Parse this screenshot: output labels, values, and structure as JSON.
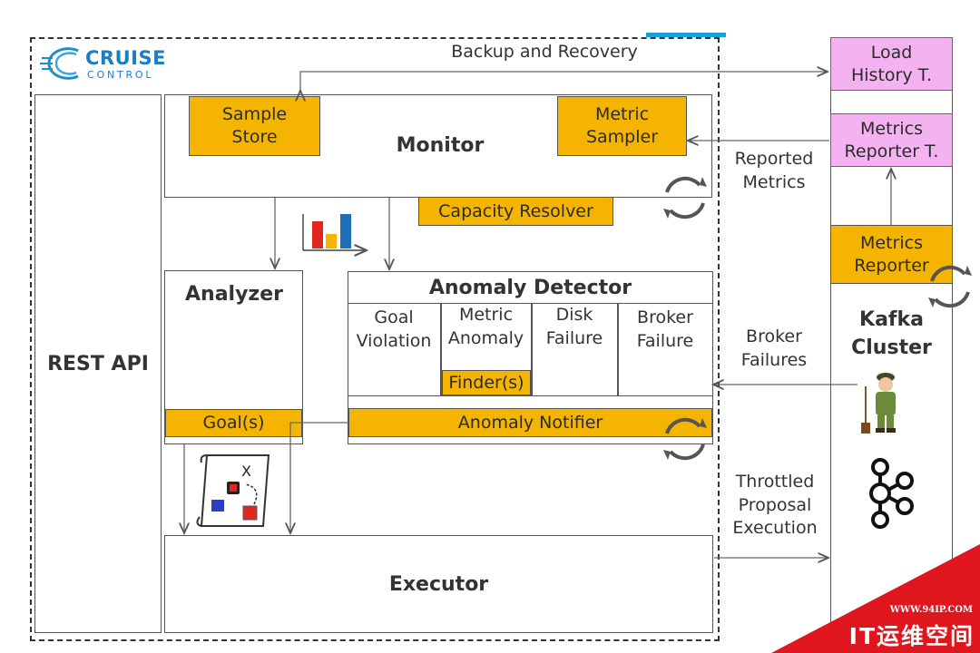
{
  "logo": {
    "line1": "CRUISE",
    "line2": "CONTROL"
  },
  "labels": {
    "backup_recovery": "Backup and Recovery",
    "reported_metrics": "Reported\nMetrics",
    "broker_failures": "Broker\nFailures",
    "throttled": "Throttled\nProposal\nExecution"
  },
  "rest_api": "REST API",
  "monitor": {
    "title": "Monitor",
    "sample_store": "Sample\nStore",
    "metric_sampler": "Metric\nSampler",
    "capacity_resolver": "Capacity Resolver"
  },
  "analyzer": {
    "title": "Analyzer",
    "goals": "Goal(s)"
  },
  "anomaly_detector": {
    "title": "Anomaly Detector",
    "cells": [
      "Goal\nViolation",
      "Metric\nAnomaly",
      "Disk\nFailure",
      "Broker\nFailure"
    ],
    "finders": "Finder(s)",
    "notifier": "Anomaly Notifier"
  },
  "executor": "Executor",
  "kafka": {
    "load_history": "Load\nHistory T.",
    "metrics_reporter_t": "Metrics\nReporter T.",
    "metrics_reporter": "Metrics\nReporter",
    "cluster": "Kafka\nCluster"
  },
  "watermark": {
    "url": "WWW.94IP.COM",
    "text": "IT运维空间"
  }
}
